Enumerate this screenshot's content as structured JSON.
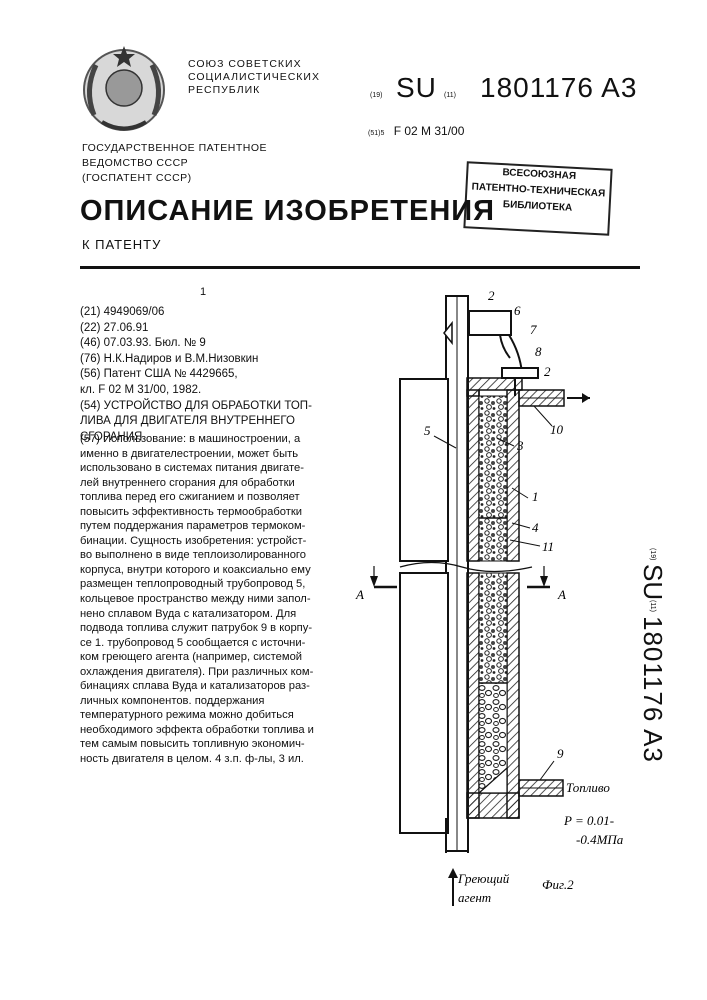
{
  "header": {
    "country_lines": [
      "СОЮЗ СОВЕТСКИХ",
      "СОЦИАЛИСТИЧЕСКИХ",
      "РЕСПУБЛИК"
    ],
    "code_19": "(19)",
    "su": "SU",
    "code_11": "(11)",
    "patent_number": "1801176 A3",
    "ipc_code": "(51)5",
    "ipc": "F 02 M 31/00",
    "office_lines": [
      "ГОСУДАРСТВЕННОЕ ПАТЕНТНОЕ",
      "ВЕДОМСТВО СССР",
      "(ГОСПАТЕНТ СССР)"
    ],
    "stamp_lines": [
      "ВСЕСОЮЗНАЯ",
      "ПАТЕНТНО-ТЕХНИЧЕСКАЯ",
      "БИБЛИОТЕКА"
    ],
    "title": "ОПИСАНИЕ ИЗОБРЕТЕНИЯ",
    "subtitle": "К ПАТЕНТУ"
  },
  "page_number": "1",
  "biblio": [
    "(21) 4949069/06",
    "(22) 27.06.91",
    "(46) 07.03.93. Бюл. № 9",
    "(76) Н.К.Надиров и В.М.Низовкин",
    "(56) Патент США № 4429665,",
    "кл. F 02 M 31/00, 1982.",
    "(54) УСТРОЙСТВО ДЛЯ ОБРАБОТКИ ТОП-",
    "ЛИВА ДЛЯ ДВИГАТЕЛЯ ВНУТРЕННЕГО",
    "СГОРАНИЯ"
  ],
  "abstract": [
    "(57) Использование: в машиностроении, а",
    "именно в двигателестроении, может быть",
    "использовано в системах питания двигате-",
    "лей внутреннего сгорания для обработки",
    "топлива перед его сжиганием и позволяет",
    "повысить эффективность термообработки",
    "путем поддержания параметров термоком-",
    "бинации. Сущность изобретения: устройст-",
    "во выполнено в виде теплоизолированного",
    "корпуса, внутри которого и коаксиально ему",
    "размещен теплопроводный трубопровод 5,",
    "кольцевое пространство между ними запол-",
    "нено сплавом Вуда с катализатором. Для",
    "подвода топлива служит патрубок 9 в корпу-",
    "се 1. трубопровод 5 сообщается с источни-",
    "ком греющего агента (например, системой",
    "охлаждения двигателя). При различных ком-",
    "бинациях сплава Вуда и катализаторов раз-",
    "личных компонентов. поддержания",
    "температурного режима можно добиться",
    "необходимого эффекта обработки топлива и",
    "тем самым повысить топливную экономич-",
    "ность двигателя в целом. 4 з.п. ф-лы, 3 ил."
  ],
  "side_code": {
    "code_19": "(19)",
    "su": "SU",
    "code_11": "(11)",
    "number": "1801176 A3"
  },
  "figure": {
    "labels": [
      "2",
      "6",
      "7",
      "8",
      "2",
      "10",
      "5",
      "3",
      "1",
      "4",
      "11",
      "9"
    ],
    "section_left": "А",
    "section_right": "А",
    "fuel": "Топливо",
    "pressure": "P = 0.01-",
    "pressure_unit": "-0.4МПа",
    "agent_line1": "Греющий",
    "agent_line2": "агент",
    "caption": "Фиг.2"
  }
}
